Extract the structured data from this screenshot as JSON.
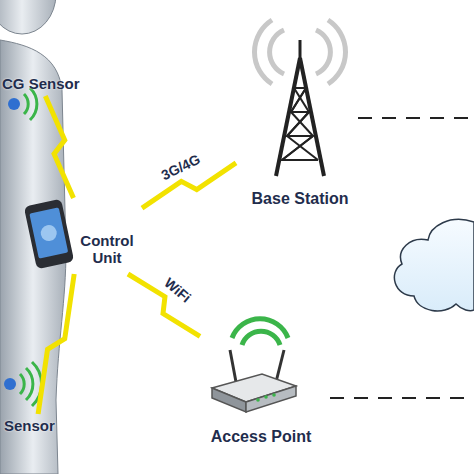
{
  "diagram": {
    "nodes": [
      {
        "text": [
          "CG Sensor"
        ]
      },
      {
        "text": [
          "Base Station"
        ]
      },
      {
        "text": [
          "Control Unit"
        ]
      },
      {
        "text": [
          "Access Point"
        ]
      },
      {
        "text": [
          "Sensor"
        ]
      }
    ],
    "edges": [
      {
        "from": 0,
        "to": 2,
        "arrow": "none"
      },
      {
        "from": 2,
        "to": 1,
        "label": "3G/4G",
        "arrow": "none"
      },
      {
        "from": 2,
        "to": 3,
        "label": "WiFi",
        "arrow": "none"
      },
      {
        "from": 4,
        "to": 2,
        "arrow": "none"
      }
    ]
  }
}
